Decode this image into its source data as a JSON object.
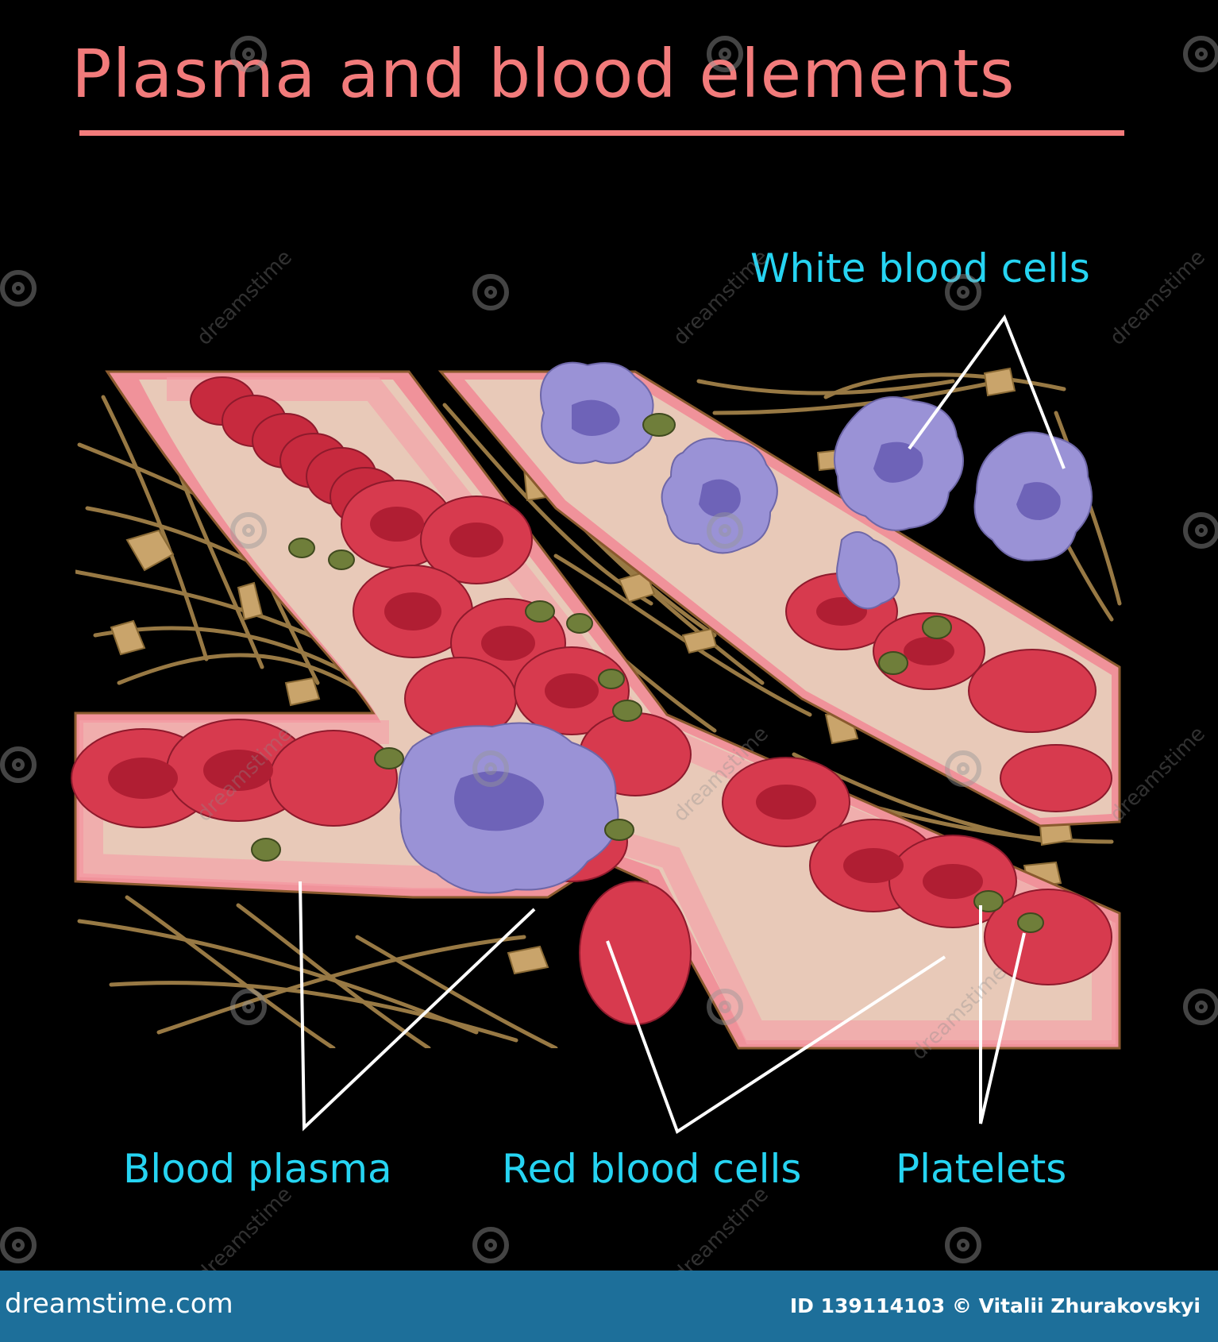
{
  "title": "Plasma and blood elements",
  "labels": {
    "white_blood_cells": "White blood cells",
    "blood_plasma": "Blood plasma",
    "red_blood_cells": "Red blood cells",
    "platelets": "Platelets"
  },
  "footer": {
    "brand": "dreamstime.com",
    "credit": "ID 139114103 © Vitalii Zhurakovskyi"
  },
  "watermark": "dreamstime",
  "colors": {
    "background": "#000000",
    "title": "#f27b7b",
    "label": "#26d4f2",
    "vessel_wall": "#f0929a",
    "plasma": "#e8c9b8",
    "red_cell": "#d42e45",
    "white_cell": "#9a92d6",
    "platelet": "#6f7e3a",
    "fiber": "#a9874c",
    "footer_bar": "#1d6f9a"
  }
}
